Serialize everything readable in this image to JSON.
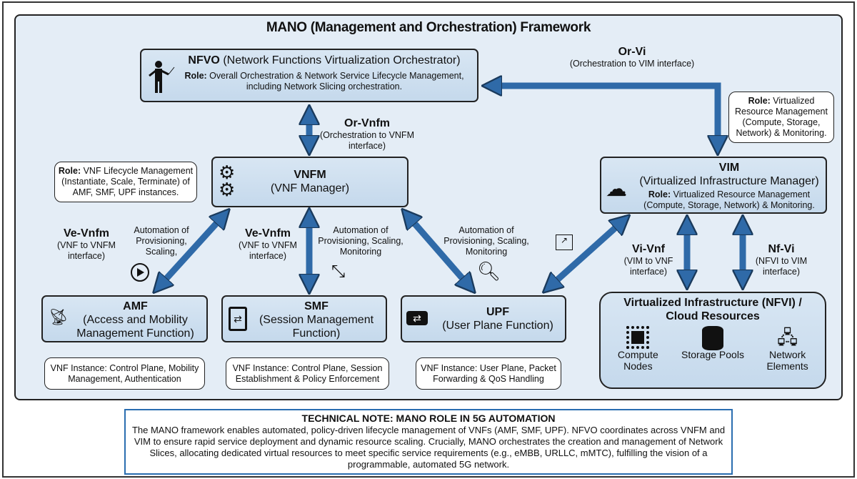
{
  "title": "MANO (Management and Orchestration) Framework",
  "nfvo": {
    "name": "NFVO",
    "full": "(Network Functions Virtualization Orchestrator)",
    "role_label": "Role:",
    "role": "Overall Orchestration & Network Service Lifecycle Management, including Network Slicing orchestration."
  },
  "or_vi": {
    "name": "Or-Vi",
    "desc": "(Orchestration to VIM interface)"
  },
  "or_vnfm": {
    "name": "Or-Vnfm",
    "desc": "(Orchestration to VNFM interface)"
  },
  "vim_callout": {
    "role_label": "Role:",
    "role": "Virtualized Resource Management (Compute, Storage, Network) & Monitoring."
  },
  "vnfm": {
    "name": "VNFM",
    "full": "(VNF Manager)"
  },
  "vnfm_callout": {
    "role_label": "Role:",
    "role": "VNF Lifecycle Management (Instantiate, Scale, Terminate) of AMF, SMF, UPF instances."
  },
  "vim": {
    "name": "VIM",
    "full": "(Virtualized Infrastructure Manager)",
    "role_label": "Role:",
    "role": "Virtualized Resource Management (Compute, Storage, Network) & Monitoring."
  },
  "ve_vnfm_1": {
    "name": "Ve-Vnfm",
    "desc": "(VNF to VNFM interface)",
    "automation": "Automation of Provisioning, Scaling,"
  },
  "ve_vnfm_2": {
    "name": "Ve-Vnfm",
    "desc": "(VNF to VNFM interface)",
    "automation": "Automation of Provisioning, Scaling, Monitoring"
  },
  "upf_automation": "Automation of Provisioning, Scaling, Monitoring",
  "vi_vnf": {
    "name": "Vi-Vnf",
    "desc": "(VIM to VNF interface)"
  },
  "nf_vi": {
    "name": "Nf-Vi",
    "desc": "(NFVI to VIM interface)"
  },
  "amf": {
    "name": "AMF",
    "full": "(Access and Mobility Management Function)",
    "instance": "VNF Instance: Control Plane, Mobility Management, Authentication"
  },
  "smf": {
    "name": "SMF",
    "full": "(Session Management Function)",
    "instance": "VNF Instance: Control Plane, Session Establishment & Policy Enforcement"
  },
  "upf": {
    "name": "UPF",
    "full": "(User Plane Function)",
    "instance": "VNF Instance: User Plane, Packet Forwarding & QoS Handling"
  },
  "nfvi": {
    "title": "Virtualized Infrastructure (NFVI) / Cloud Resources",
    "items": [
      "Compute Nodes",
      "Storage Pools",
      "Network Elements"
    ]
  },
  "note": {
    "heading": "TECHNICAL NOTE: MANO ROLE IN 5G AUTOMATION",
    "body": "The MANO framework enables automated, policy-driven lifecycle management of VNFs (AMF, SMF, UPF). NFVO coordinates across VNFM and VIM to ensure rapid service deployment and dynamic resource scaling. Crucially, MANO orchestrates the creation and management of Network Slices, allocating dedicated virtual resources to meet specific service requirements (e.g., eMBB, URLLC, mMTC), fulfilling the vision of a programmable, automated 5G network."
  },
  "colors": {
    "arrow": "#2f6aa8",
    "box": "#cfe0f0",
    "panel": "#e4edf6",
    "note_border": "#2a6db0"
  }
}
